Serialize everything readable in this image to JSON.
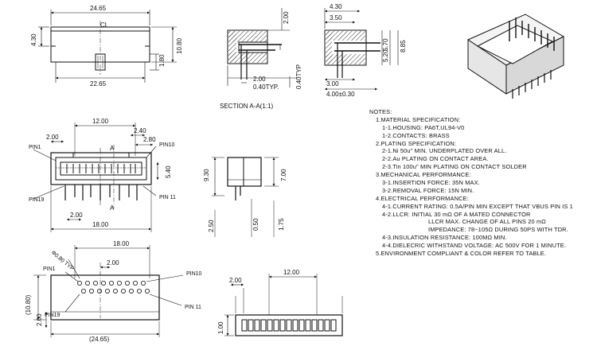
{
  "top_view": {
    "dim_width_top": "24.65",
    "dim_width_bottom": "22.65",
    "dim_left_height": "4.30",
    "dim_right_height": "10.80",
    "dim_tab_height": "1.80",
    "center_line": "CL"
  },
  "section_a": {
    "dim_top_right": "2.00",
    "dim_bottom": "2.00",
    "dim_bottom_pitch": "0.40TYP.",
    "dim_vertical": "0.40TYP",
    "caption": "SECTION A-A(1:1)"
  },
  "side_view": {
    "dim_430": "4.30",
    "dim_350": "3.50",
    "dim_570": "5.70",
    "dim_520": "5.20",
    "dim_885": "8.85",
    "dim_300": "3.00",
    "dim_400": "4.00±0.30"
  },
  "front_view": {
    "dim_1200": "12.00",
    "dim_240": "2.40",
    "dim_200_top": "2.00",
    "dim_280": "2.80",
    "dim_540": "5.40",
    "dim_200_bottom": "2.00",
    "dim_1800": "18.00",
    "section_marker": "A",
    "pin1": "PIN1",
    "pin10": "PIN10",
    "pin19": "PIN19",
    "pin11": "PIN 11"
  },
  "end_view": {
    "dim_930": "9.30",
    "dim_700": "7.00",
    "dim_250": "2.50",
    "dim_050": "0.50",
    "dim_175": "1.75"
  },
  "pcb_layout": {
    "dim_1800": "18.00",
    "dim_080": "Φ0.80 TYP",
    "dim_200_pitch": "2.00",
    "dim_1080": "(10.80)",
    "dim_200_row": "2.00",
    "dim_2465": "(24.65)",
    "pin1": "PIN1",
    "pin10": "PIN10",
    "pin19": "PIN19",
    "pin11": "PIN 11"
  },
  "bottom_view": {
    "dim_1200": "12.00",
    "dim_200": "2.00",
    "dim_100": "1.00"
  },
  "notes": {
    "title": "NOTES:",
    "lines": [
      {
        "level": 1,
        "text": "1.MATERIAL SPECIFICATION:"
      },
      {
        "level": 2,
        "text": "1-1.HOUSING: PA6T,UL94-V0"
      },
      {
        "level": 2,
        "text": "1-2.CONTACTS: BRASS"
      },
      {
        "level": 1,
        "text": "2.PLATING SPECIFICATION:"
      },
      {
        "level": 2,
        "text": "2-1.Ni 50u\" MIN. UNDERPLATED OVER ALL."
      },
      {
        "level": 2,
        "text": "2-2.Au PLATING ON CONTACT AREA."
      },
      {
        "level": 2,
        "text": "2-3.Tin 100u\" MIN PLATING ON CONTACT SOLDER"
      },
      {
        "level": 1,
        "text": "3.MECHANICAL PERFORMANCE:"
      },
      {
        "level": 2,
        "text": "3-1.INSERTION FORCE: 35N MAX."
      },
      {
        "level": 2,
        "text": "3-2.REMOVAL FORCE: 15N MIN."
      },
      {
        "level": 1,
        "text": "4.ELECTRICAL PERFORMANCE:"
      },
      {
        "level": 2,
        "text": "4-1.CURRENT RATING: 0.5A/PIN MIN EXCEPT THAT VBUS PIN IS 1"
      },
      {
        "level": 2,
        "text": "4-2.LLCR: INITIAL 30 mΩ OF A MATED CONNECTOR"
      },
      {
        "level": 3,
        "text": "LLCR MAX. CHANGE OF ALL PINS 20 mΩ"
      },
      {
        "level": 3,
        "text": "IMPEDANCE: 78~105Ω DURING 50PS WITH TDR."
      },
      {
        "level": 2,
        "text": "4-3.INSULATION RESISTANCE: 100MΩ MIN."
      },
      {
        "level": 2,
        "text": "4-4.DIELECRIC WITHSTAND VOLTAGE: AC 500V FOR 1 MINUTE."
      },
      {
        "level": 1,
        "text": "5.ENVIRONMENT COMPLIANT & COLOR REFER TO TABLE."
      }
    ]
  }
}
